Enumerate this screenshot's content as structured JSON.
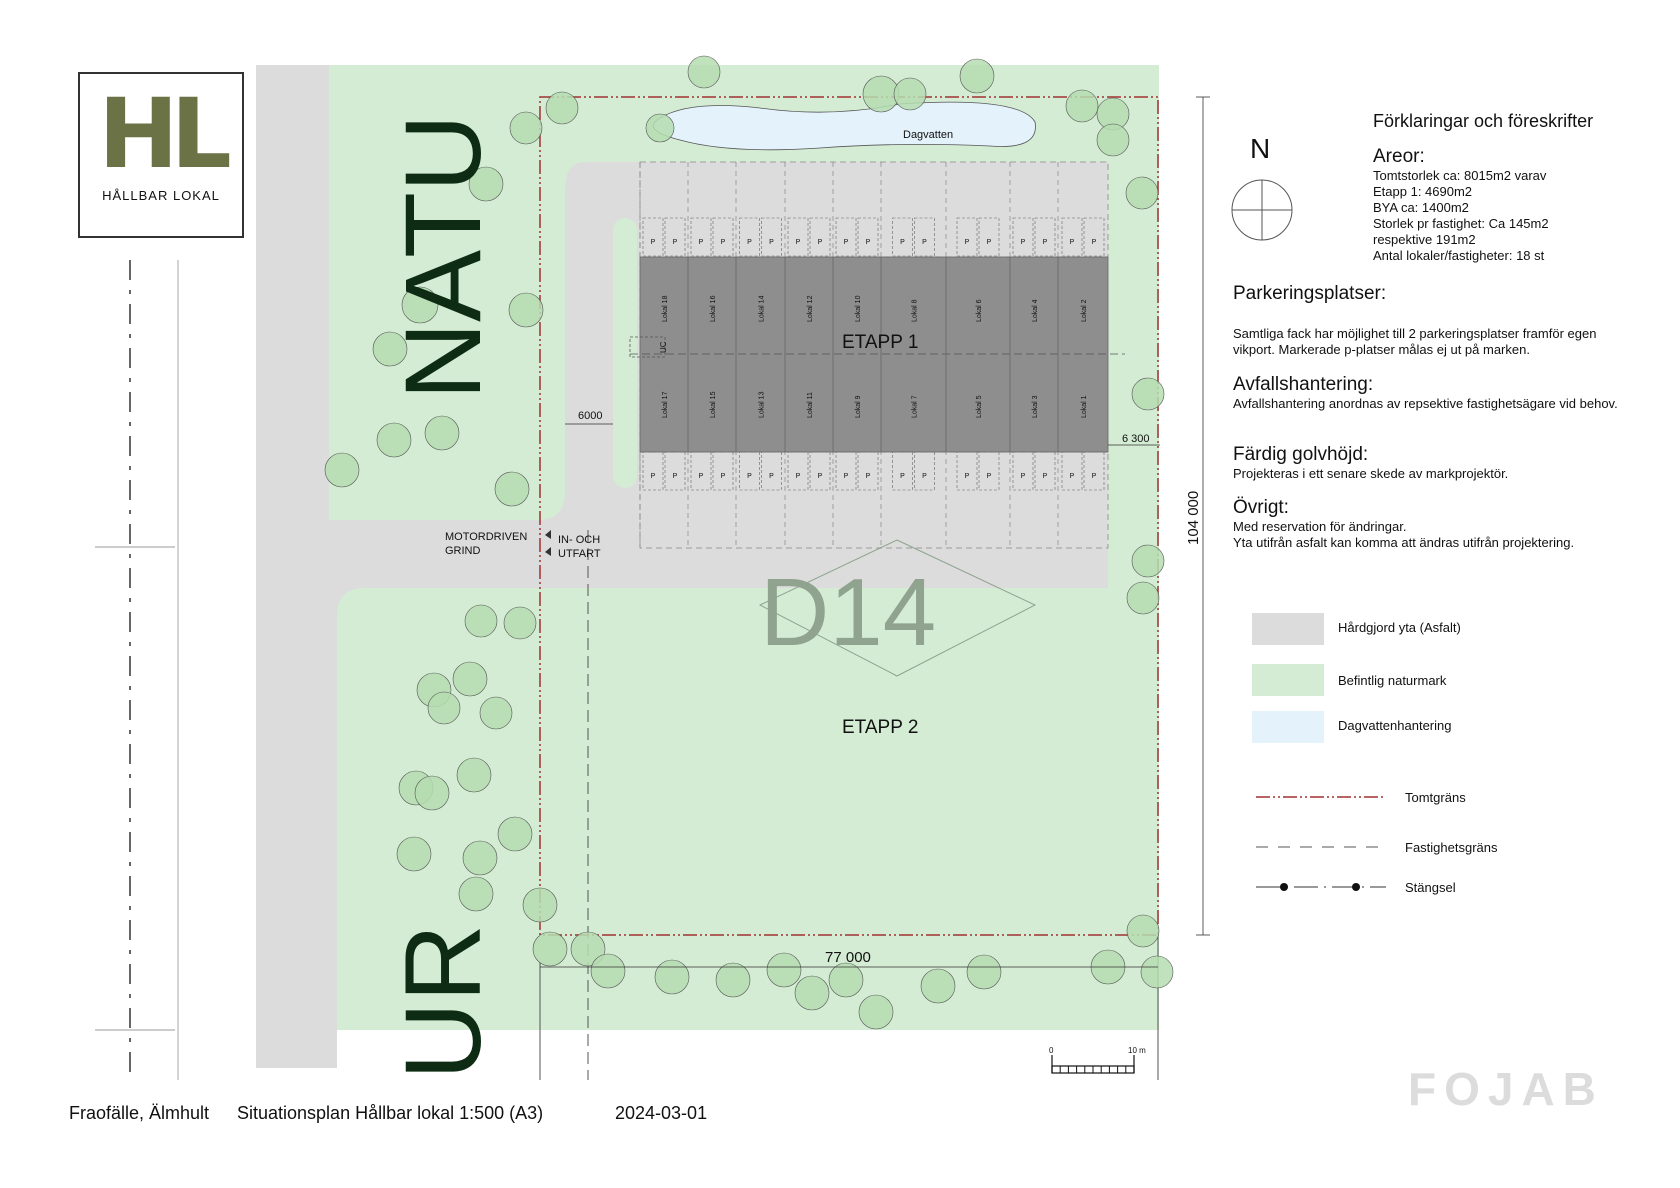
{
  "logo": {
    "letters": "HL",
    "text": "HÅLLBAR LOKAL",
    "color": "#6b7245"
  },
  "map": {
    "natur_top": "NATU",
    "natur_bottom": "UR",
    "zoning": "D14",
    "dagvatten": "Dagvatten",
    "etapp1": "ETAPP 1",
    "etapp2": "ETAPP 2",
    "uc": "UC",
    "dim_6000": "6000",
    "dim_6300": "6 300",
    "dim_width": "77 000",
    "dim_height": "104 000",
    "gate_line1": "MOTORDRIVEN",
    "gate_line2": "GRIND",
    "gate_in1": "IN- OCH",
    "gate_in2": "UTFART",
    "parking": "P",
    "units_top": [
      "Lokal 18",
      "Lokal 16",
      "Lokal 14",
      "Lokal 12",
      "Lokal 10",
      "Lokal 8",
      "Lokal 6",
      "Lokal 4",
      "Lokal 2"
    ],
    "units_bottom": [
      "Lokal 17",
      "Lokal 15",
      "Lokal 13",
      "Lokal 11",
      "Lokal 9",
      "Lokal 7",
      "Lokal 5",
      "Lokal 3",
      "Lokal 1"
    ],
    "north": "N",
    "scale_0": "0",
    "scale_10": "10 m"
  },
  "legend": {
    "title": "Förklaringar och föreskrifter",
    "areor_h": "Areor:",
    "areor_lines": [
      "Tomtstorlek ca:  8015m2 varav",
      "Etapp 1: 4690m2",
      "BYA ca:  1400m2",
      "Storlek pr fastighet: Ca 145m2",
      "respektive 191m2",
      "Antal lokaler/fastigheter: 18 st"
    ],
    "park_h": "Parkeringsplatser:",
    "park_p": "Samtliga fack har möjlighet till 2 parkeringsplatser framför egen vikport. Markerade p-platser målas ej ut på marken.",
    "avfall_h": "Avfallshantering:",
    "avfall_p": "Avfallshantering anordnas av repsektive fastighetsägare vid behov.",
    "golv_h": "Färdig golvhöjd:",
    "golv_p": "Projekteras i ett senare skede av markprojektör.",
    "ovrigt_h": "Övrigt:",
    "ovrigt_l1": "Med reservation för ändringar.",
    "ovrigt_l2": "Yta utifrån asfalt kan komma att ändras utifrån projektering.",
    "items": {
      "asfalt": "Hårdgjord yta (Asfalt)",
      "natur": "Befintlig naturmark",
      "dagvatten": "Dagvattenhantering",
      "tomt": "Tomtgräns",
      "fastighet": "Fastighetsgräns",
      "stangsel": "Stängsel"
    },
    "colors": {
      "asfalt": "#dcdcdc",
      "natur": "#d4ecd4",
      "dagvatten": "#e4f2fb",
      "building": "#8e8e8e",
      "tomt": "#a03030"
    }
  },
  "footer": {
    "place": "Fraofälle, Älmhult",
    "title": "Situationsplan Hållbar lokal 1:500 (A3)",
    "date": "2024-03-01",
    "brand": "FOJAB"
  }
}
